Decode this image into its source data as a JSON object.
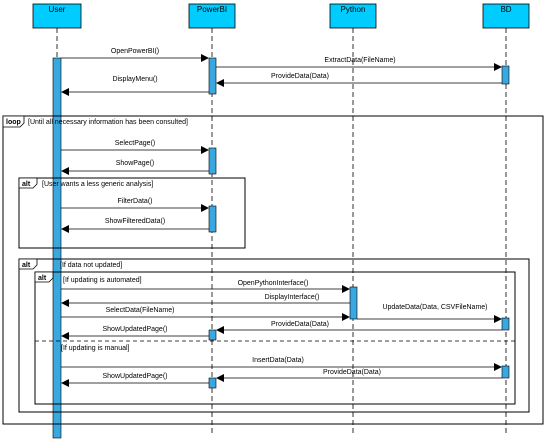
{
  "participants": [
    {
      "id": "user",
      "label": "User"
    },
    {
      "id": "powerbi",
      "label": "PowerBI"
    },
    {
      "id": "python",
      "label": "Python"
    },
    {
      "id": "bd",
      "label": "BD"
    }
  ],
  "messages": [
    {
      "id": "m1",
      "label": "OpenPowerBI()"
    },
    {
      "id": "m2",
      "label": "ExtractData(FileName)"
    },
    {
      "id": "m3",
      "label": "ProvideData(Data)"
    },
    {
      "id": "m4",
      "label": "DisplayMenu()"
    },
    {
      "id": "m5",
      "label": "SelectPage()"
    },
    {
      "id": "m6",
      "label": "ShowPage()"
    },
    {
      "id": "m7",
      "label": "FilterData()"
    },
    {
      "id": "m8",
      "label": "ShowFilteredData()"
    },
    {
      "id": "m9",
      "label": "OpenPythonInterface()"
    },
    {
      "id": "m10",
      "label": "DisplayInterface()"
    },
    {
      "id": "m11",
      "label": "SelectData(FileName)"
    },
    {
      "id": "m12",
      "label": "UpdateData(Data, CSVFileName)"
    },
    {
      "id": "m13",
      "label": "ProvideData(Data)"
    },
    {
      "id": "m14",
      "label": "ShowUpdatedPage()"
    },
    {
      "id": "m15",
      "label": "InsertData(Data)"
    },
    {
      "id": "m16",
      "label": "ProvideData(Data)"
    },
    {
      "id": "m17",
      "label": "ShowUpdatedPage()"
    }
  ],
  "frames": {
    "loop": {
      "tag": "loop",
      "guard": "[Until all necessary information has been consulted]"
    },
    "alt_filter": {
      "tag": "alt",
      "guard": "[User wants a less generic analysis]"
    },
    "alt_update": {
      "tag": "alt",
      "guard": "[If data not updated]"
    },
    "alt_auto": {
      "tag": "alt",
      "guard": "[If updating is automated]",
      "else_guard": "[If updating is manual]"
    }
  },
  "colors": {
    "header_fill": "#00ccff",
    "activation_fill": "#3aa8e0",
    "line": "#000000"
  }
}
